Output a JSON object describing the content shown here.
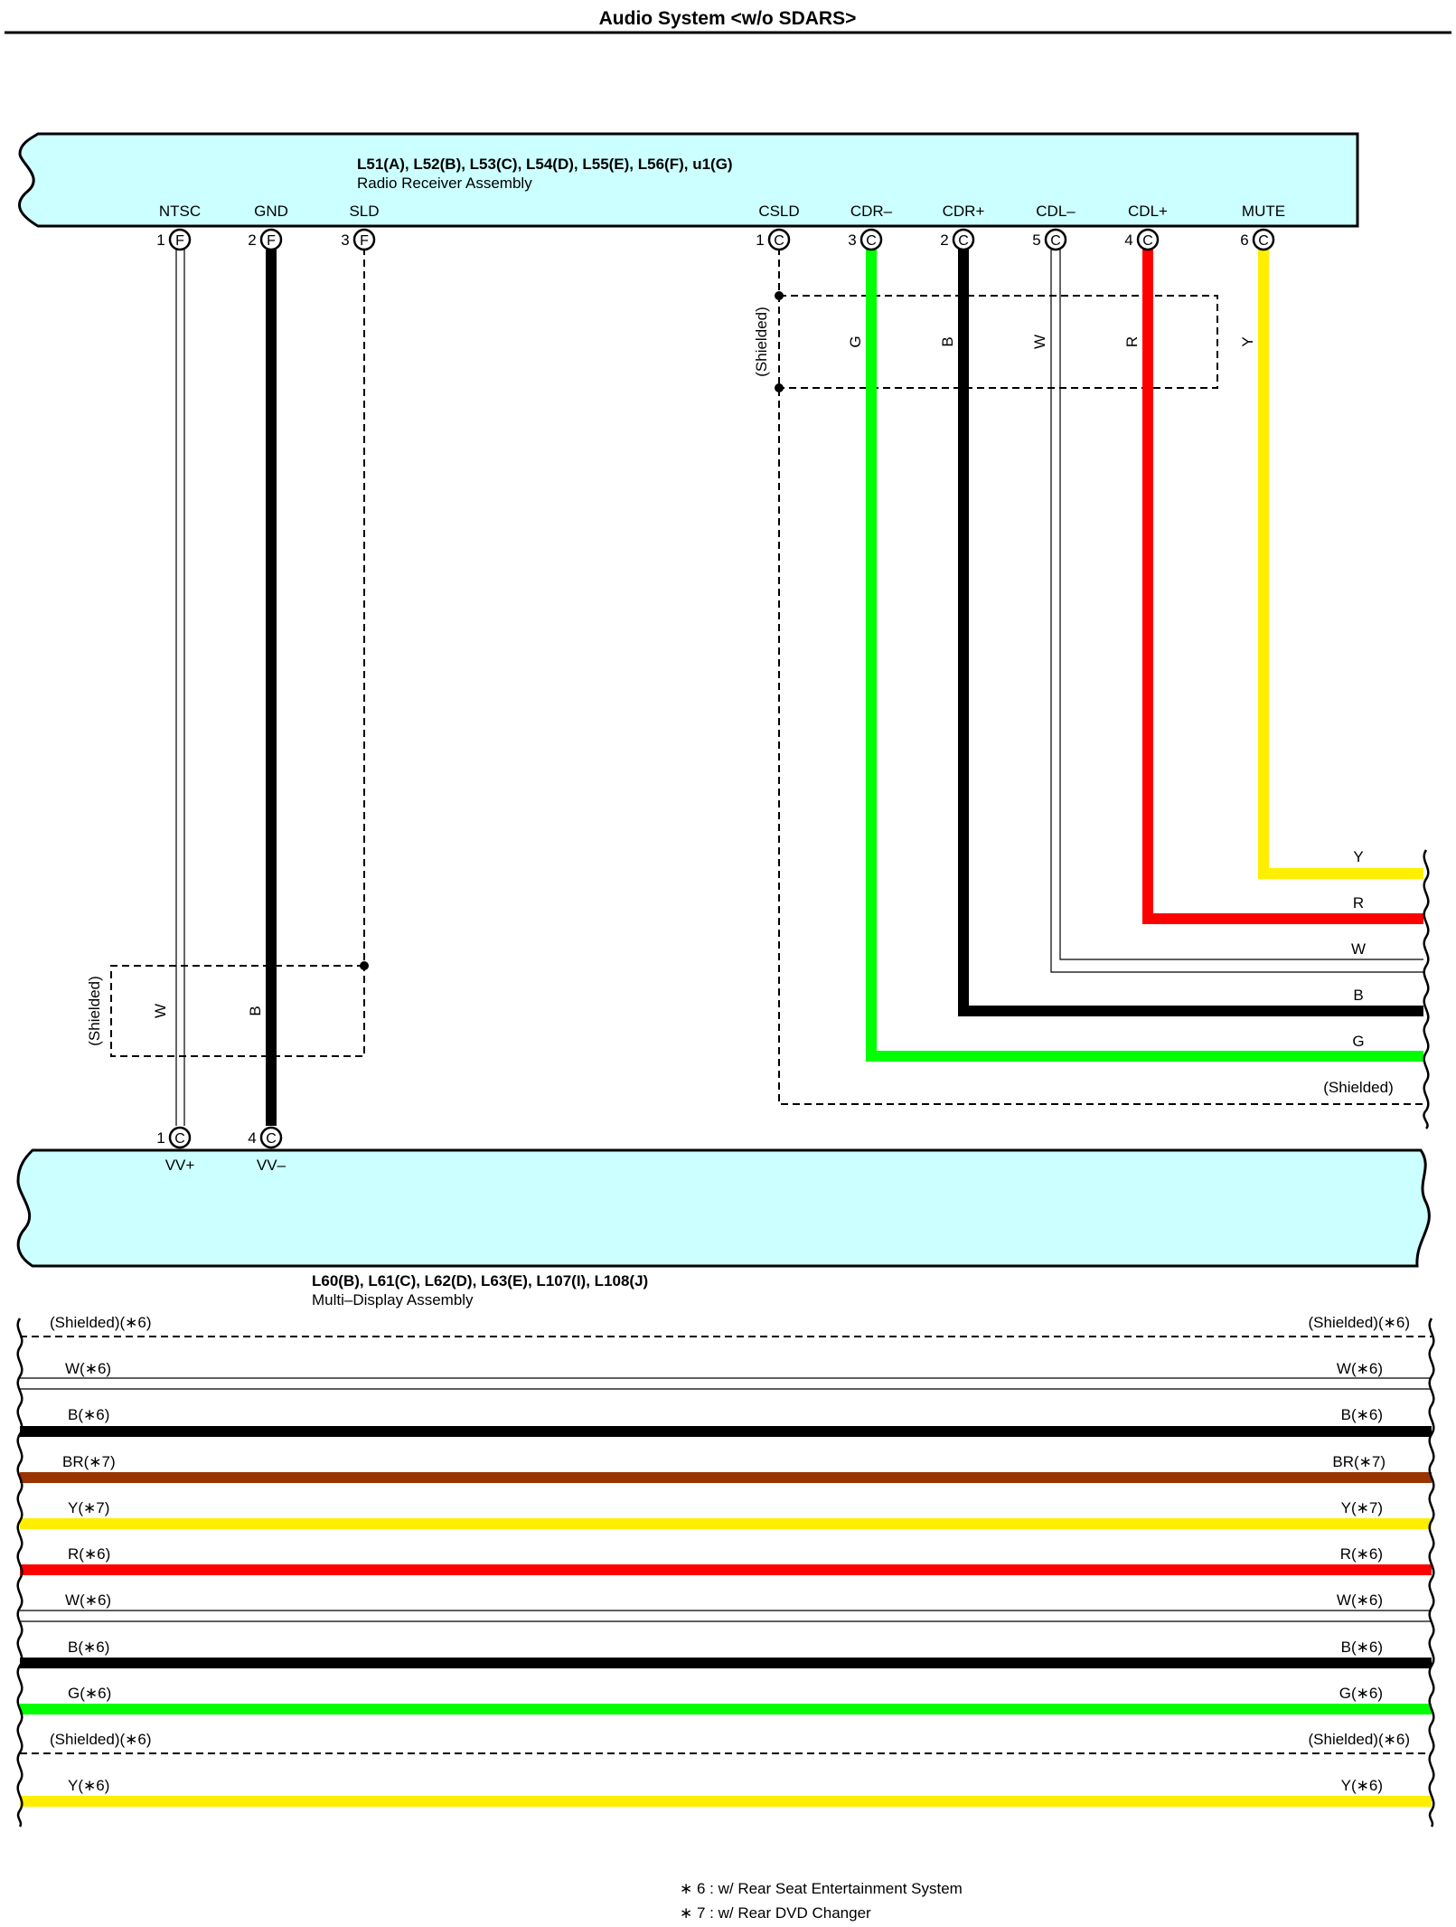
{
  "title": "Audio System <w/o SDARS>",
  "receiver": {
    "codes": "L51(A), L52(B), L53(C), L54(D), L55(E), L56(F), u1(G)",
    "name": "Radio Receiver Assembly",
    "pins": [
      {
        "label": "NTSC",
        "num": "1",
        "conn": "F"
      },
      {
        "label": "GND",
        "num": "2",
        "conn": "F"
      },
      {
        "label": "SLD",
        "num": "3",
        "conn": "F"
      },
      {
        "label": "CSLD",
        "num": "1",
        "conn": "C"
      },
      {
        "label": "CDR–",
        "num": "3",
        "conn": "C"
      },
      {
        "label": "CDR+",
        "num": "2",
        "conn": "C"
      },
      {
        "label": "CDL–",
        "num": "5",
        "conn": "C"
      },
      {
        "label": "CDL+",
        "num": "4",
        "conn": "C"
      },
      {
        "label": "MUTE",
        "num": "6",
        "conn": "C"
      }
    ],
    "shield_label": "(Shielded)",
    "wire_colors": [
      "G",
      "B",
      "W",
      "R",
      "Y"
    ]
  },
  "display": {
    "codes": "L60(B), L61(C), L62(D), L63(E), L107(I), L108(J)",
    "name": "Multi–Display Assembly",
    "pins": [
      {
        "label": "VV+",
        "num": "1",
        "conn": "C"
      },
      {
        "label": "VV–",
        "num": "4",
        "conn": "C"
      }
    ],
    "shield_label": "(Shielded)",
    "wire_colors": [
      "W",
      "B"
    ]
  },
  "right_exits": [
    {
      "label": "Y"
    },
    {
      "label": "R"
    },
    {
      "label": "W"
    },
    {
      "label": "B"
    },
    {
      "label": "G"
    },
    {
      "label": "(Shielded)"
    }
  ],
  "bottom_wires": [
    {
      "left": "(Shielded)(∗6)",
      "right": "(Shielded)(∗6)",
      "color": "shielded"
    },
    {
      "left": "W(∗6)",
      "right": "W(∗6)",
      "color": "white"
    },
    {
      "left": "B(∗6)",
      "right": "B(∗6)",
      "color": "#000000"
    },
    {
      "left": "BR(∗7)",
      "right": "BR(∗7)",
      "color": "#993300"
    },
    {
      "left": "Y(∗7)",
      "right": "Y(∗7)",
      "color": "#ffee00"
    },
    {
      "left": "R(∗6)",
      "right": "R(∗6)",
      "color": "#ff0000"
    },
    {
      "left": "W(∗6)",
      "right": "W(∗6)",
      "color": "white"
    },
    {
      "left": "B(∗6)",
      "right": "B(∗6)",
      "color": "#000000"
    },
    {
      "left": "G(∗6)",
      "right": "G(∗6)",
      "color": "#00ff00"
    },
    {
      "left": "(Shielded)(∗6)",
      "right": "(Shielded)(∗6)",
      "color": "shielded"
    },
    {
      "left": "Y(∗6)",
      "right": "Y(∗6)",
      "color": "#ffee00"
    }
  ],
  "notes": [
    "∗ 6 : w/ Rear Seat Entertainment System",
    "∗ 7 : w/ Rear DVD Changer"
  ],
  "colors": {
    "component_fill": "#ccffff",
    "green": "#00ff00",
    "red": "#ff0000",
    "yellow": "#ffee00",
    "brown": "#993300",
    "black": "#000000"
  }
}
